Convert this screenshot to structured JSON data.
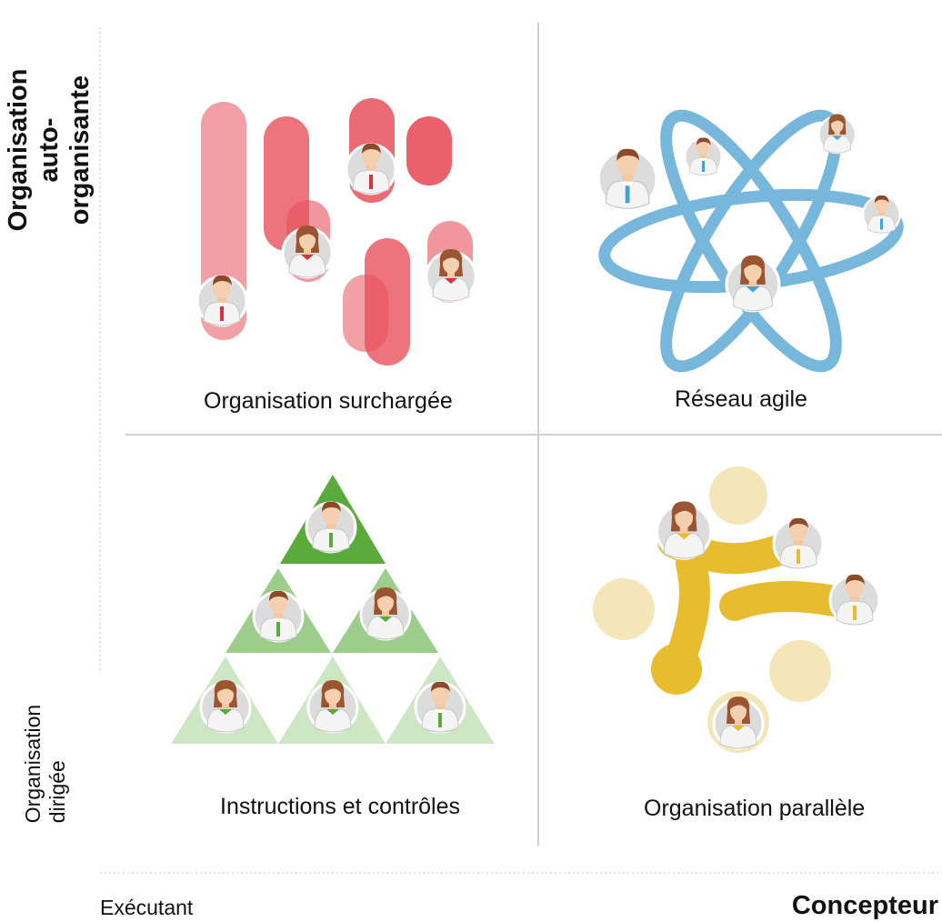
{
  "axes": {
    "y_top_line1": "Organisation",
    "y_top_line2": "auto-organisante",
    "y_bottom": "Organisation dirigée",
    "x_left": "Exécutant",
    "x_right": "Concepteur"
  },
  "quadrants": {
    "top_left": "Organisation surchargée",
    "top_right": "Réseau agile",
    "bottom_left": "Instructions et contrôles",
    "bottom_right": "Organisation parallèle"
  },
  "colors": {
    "red": "#e8505b",
    "blue": "#4a9fd1",
    "green": "#5aab3c",
    "yellow": "#e7bc2e",
    "divider": "#cccccc"
  }
}
